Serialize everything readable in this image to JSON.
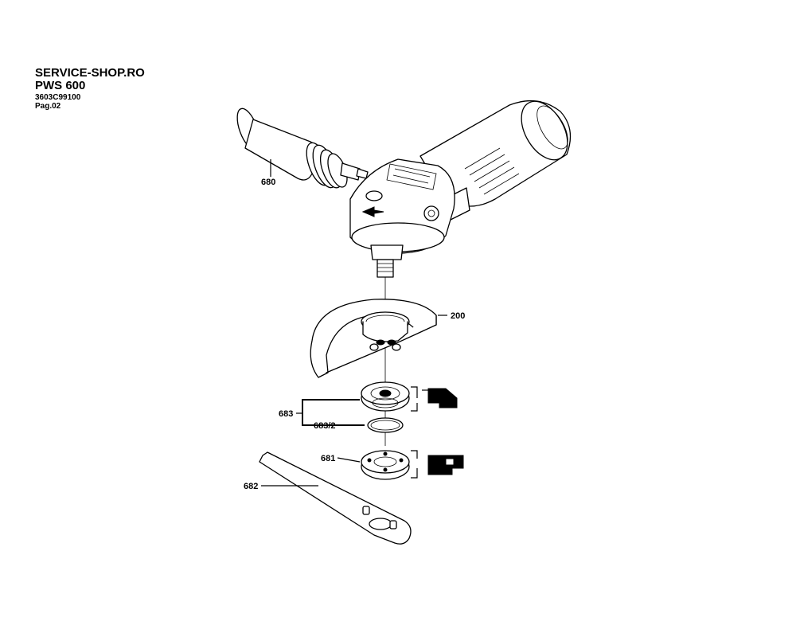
{
  "header": {
    "shop": "SERVICE-SHOP.RO",
    "model": "PWS 600",
    "code": "3603C99100",
    "page": "Pag.02"
  },
  "parts": {
    "p680": "680",
    "p200": "200",
    "p683": "683",
    "p683_2": "683/2",
    "p681": "681",
    "p682": "682"
  }
}
